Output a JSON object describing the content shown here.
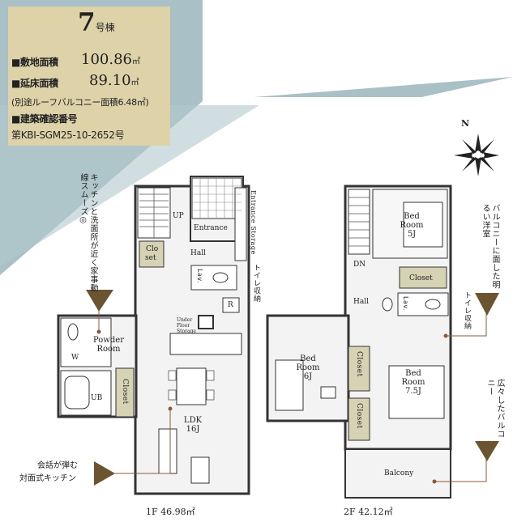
{
  "header": {
    "building_no": "7",
    "building_suffix": "号棟",
    "site_area_label": "■敷地面積",
    "site_area_value": "100.86",
    "floor_area_label": "■延床面積",
    "floor_area_value": "89.10",
    "unit": "㎡",
    "balcony_note": "(別途ルーフバルコニー面積6.48㎡)",
    "permit_label": "■建築確認番号",
    "permit_number": "第KBI-SGM25-10-2652号"
  },
  "compass": {
    "north": "N"
  },
  "floor1": {
    "rooms": {
      "up": "UP",
      "entrance": "Entrance",
      "entrance_storage": "Entrance Storage",
      "hall": "Hall",
      "closet_small_1": "Clo",
      "closet_small_2": "set",
      "lav": "Lav.",
      "toilet_storage": "トイレ収納",
      "refrigerator": "R",
      "under_floor_1": "Under",
      "under_floor_2": "Floor",
      "under_floor_3": "Storage",
      "powder_room_1": "Powder",
      "powder_room_2": "Room",
      "washer": "W",
      "ub": "UB",
      "closet": "Closet",
      "ldk": "LDK",
      "ldk_size": "16J"
    },
    "area": "1F 46.98㎡"
  },
  "floor2": {
    "rooms": {
      "bed5_1": "Bed",
      "bed5_2": "Room",
      "bed5_3": "5J",
      "closet_top": "Closet",
      "dn": "DN",
      "hall": "Hall",
      "lav": "Lav.",
      "toilet_storage": "トイレ収納",
      "bed6_1": "Bed",
      "bed6_2": "Room",
      "bed6_3": "6J",
      "closet_a": "Closet",
      "closet_b": "Closet",
      "bed75_1": "Bed",
      "bed75_2": "Room",
      "bed75_3": "7.5J",
      "balcony": "Balcony"
    },
    "area": "2F 42.12㎡"
  },
  "callouts": {
    "kitchen_line": "キッチンと洗面所が近く家事動線スムーズ◎",
    "bright_room": "バルコニーに面した明るい洋室",
    "wide_balcony": "広々したバルコニー",
    "face_kitchen_1": "会話が弾む",
    "face_kitchen_2": "対面式キッチン"
  },
  "colors": {
    "info_bg": "#ddd2a8",
    "sky_bg": "#a9c0c6",
    "floor": "#f3f3f3",
    "closet": "#d6d2b4",
    "arrow": "#6b5430",
    "callout_dot": "#8a5a3a"
  }
}
